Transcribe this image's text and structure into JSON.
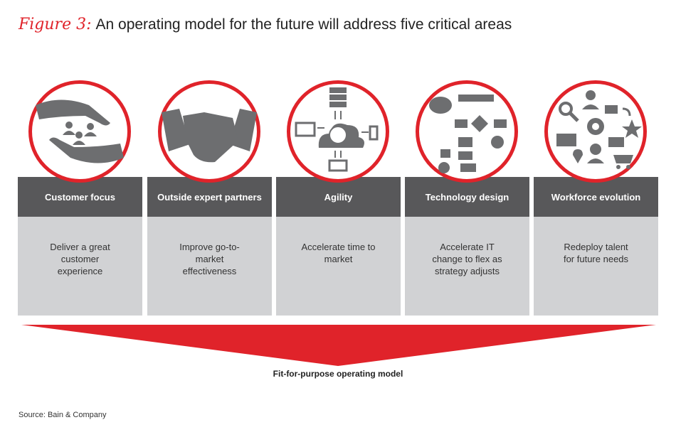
{
  "title": {
    "figure_label": "Figure 3:",
    "text": "An operating model for the future will address five critical areas"
  },
  "areas": [
    {
      "heading": "Customer focus",
      "description": "Deliver a great customer experience",
      "icon": "hands-protecting-people-icon"
    },
    {
      "heading": "Outside expert partners",
      "description": "Improve go-to-market effectiveness",
      "icon": "handshake-icon"
    },
    {
      "heading": "Agility",
      "description": "Accelerate time to market",
      "icon": "cloud-network-icon"
    },
    {
      "heading": "Technology design",
      "description": "Accelerate IT change to flex as strategy adjusts",
      "icon": "flowchart-icon"
    },
    {
      "heading": "Workforce evolution",
      "description": "Redeploy talent for future needs",
      "icon": "workforce-icons-cluster"
    }
  ],
  "arrow_label": "Fit-for-purpose operating model",
  "source": "Source: Bain & Company",
  "colors": {
    "accent": "#e0232a",
    "header": "#58585a",
    "body": "#d1d2d4",
    "icon": "#6d6e70"
  }
}
